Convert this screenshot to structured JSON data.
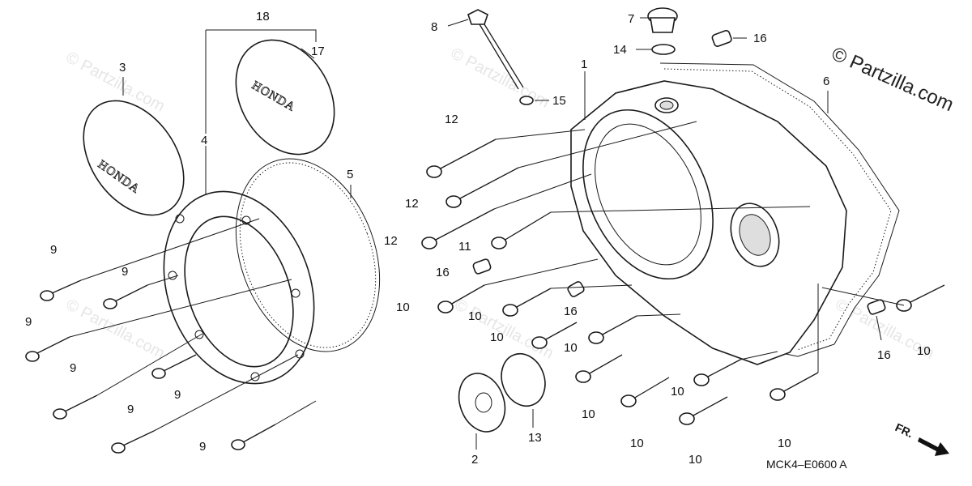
{
  "watermark": {
    "main": "© Partzilla.com",
    "faint": "© Partzilla.com"
  },
  "diagram_code": "MCK4–E0600 A",
  "direction_label": "FR.",
  "logo_text": "HONDA",
  "callouts": {
    "c1": "1",
    "c2": "2",
    "c3": "3",
    "c4": "4",
    "c5": "5",
    "c6": "6",
    "c7": "7",
    "c8": "8",
    "c9a": "9",
    "c9b": "9",
    "c9c": "9",
    "c9d": "9",
    "c9e": "9",
    "c9f": "9",
    "c9g": "9",
    "c10a": "10",
    "c10b": "10",
    "c10c": "10",
    "c10d": "10",
    "c10e": "10",
    "c10f": "10",
    "c10g": "10",
    "c10h": "10",
    "c10i": "10",
    "c10j": "10",
    "c11": "11",
    "c12a": "12",
    "c12b": "12",
    "c12c": "12",
    "c13": "13",
    "c14": "14",
    "c15": "15",
    "c16a": "16",
    "c16b": "16",
    "c16c": "16",
    "c16d": "16",
    "c17": "17",
    "c18": "18"
  },
  "colors": {
    "ink": "#1a1a1a",
    "watermark": "#e6e6e6",
    "background": "#ffffff"
  }
}
